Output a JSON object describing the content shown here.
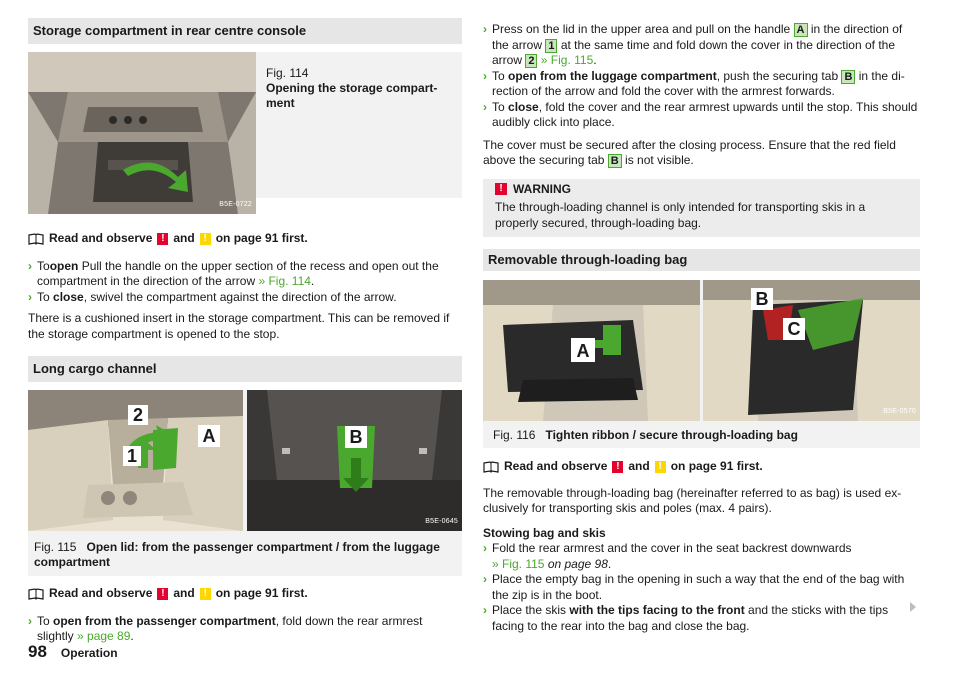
{
  "left": {
    "storage": {
      "heading": "Storage compartment in rear centre console",
      "fig_number": "Fig. 114",
      "fig_title": "Opening the storage compart-\nment",
      "image_code": "B5E-0722",
      "read_pre": "Read and observe",
      "read_and": "and",
      "read_post": "on page 91 first.",
      "bullet1_prefix": "To",
      "bullet1_bold": "open",
      "bullet1_text": " Pull the handle on the upper section of the recess and open out the compartment in the direction of the arrow ",
      "bullet1_ref": "» Fig. 114",
      "bullet1_end": ".",
      "bullet2_prefix": "To ",
      "bullet2_bold": "close",
      "bullet2_text": ", swivel the compartment against the direction of the arrow.",
      "para": "There is a cushioned insert in the storage compartment. This can be removed if the storage compartment is opened to the stop."
    },
    "cargo": {
      "heading": "Long cargo channel",
      "image_code": "B5E-0645",
      "labels": [
        "2",
        "A",
        "1",
        "B"
      ],
      "fig_number": "Fig. 115",
      "fig_title": "Open lid: from the passenger compartment / from the luggage compartment",
      "read_pre": "Read and observe",
      "read_and": "and",
      "read_post": "on page 91 first.",
      "bullet1_prefix": "To ",
      "bullet1_bold": "open from the passenger compartment",
      "bullet1_text": ", fold down the rear armrest slightly ",
      "bullet1_ref": "» page 89",
      "bullet1_end": "."
    }
  },
  "right": {
    "b1_a": "Press on the lid in the upper area and pull on the handle ",
    "b1_l1": "A",
    "b1_b": " in the direction of the arrow ",
    "b1_l2": "1",
    "b1_c": " at the same time and fold down the cover in the direction of the arrow ",
    "b1_l3": "2",
    "b1_ref": " » Fig. 115",
    "b1_end": ".",
    "b2_prefix": "To ",
    "b2_bold": "open from the luggage compartment",
    "b2_a": ", push the securing tab ",
    "b2_l": "B",
    "b2_b": " in the di-rection of the arrow and fold the cover with the armrest forwards.",
    "b3_prefix": "To ",
    "b3_bold": "close",
    "b3_text": ", fold the cover and the rear armrest upwards until the stop. This should audibly click into place.",
    "para_a": "The cover must be secured after the closing process. Ensure that the red field above the securing tab ",
    "para_l": "B",
    "para_b": " is not visible.",
    "warning_title": "WARNING",
    "warning_text": "The through-loading channel is only intended for transporting skis in a properly secured, through-loading bag.",
    "bag": {
      "heading": "Removable through-loading bag",
      "image_code": "B5E-0570",
      "labels": [
        "A",
        "B",
        "C"
      ],
      "fig_number": "Fig. 116",
      "fig_title": "Tighten ribbon / secure through-loading bag",
      "read_pre": "Read and observe",
      "read_and": "and",
      "read_post": "on page 91 first.",
      "para": "The removable through-loading bag (hereinafter referred to as bag) is used ex-clusively for transporting skis and poles (max. 4 pairs).",
      "sub_heading": "Stowing bag and skis",
      "s1_text": "Fold the rear armrest and the cover in the seat backrest downwards",
      "s1_ref": "» Fig. 115",
      "s1_ref2": " on page 98",
      "s1_end": ".",
      "s2_text": "Place the empty bag in the opening in such a way that the end of the bag with the zip is in the boot.",
      "s3_prefix": "Place the skis ",
      "s3_bold": "with the tips facing to the front",
      "s3_text": " and the sticks with the tips facing to the rear into the bag and close the bag."
    }
  },
  "footer": {
    "page_number": "98",
    "section": "Operation"
  },
  "icons": {
    "warning_symbol": "!",
    "note_symbol": "!",
    "chevron": "›"
  },
  "colors": {
    "accent_green": "#4ba82e",
    "warning_red": "#e4032e",
    "note_yellow": "#ffd700"
  }
}
